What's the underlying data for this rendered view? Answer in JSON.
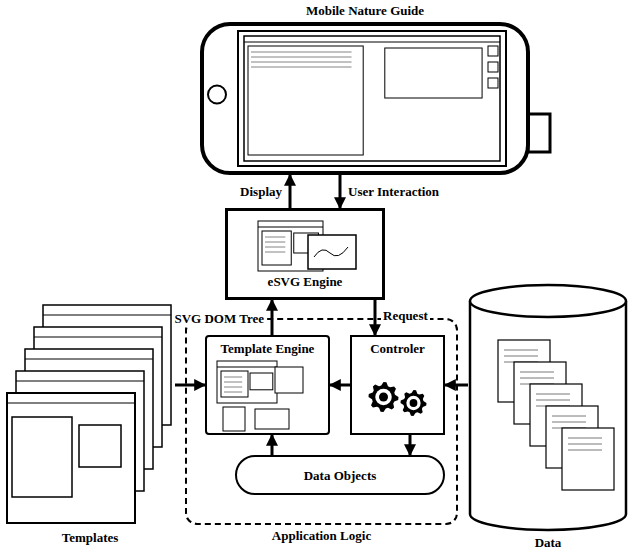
{
  "diagram": {
    "nodes": [
      {
        "text": [
          "Mobile Nature Guide"
        ]
      },
      {
        "text": [
          "eSVG Engine"
        ]
      },
      {
        "text": [
          "Application Logic"
        ]
      },
      {
        "text": [
          "Template Engine"
        ],
        "in": 2
      },
      {
        "text": [
          "Controler"
        ],
        "in": 2
      },
      {
        "text": [
          "Data Objects"
        ],
        "in": 2
      },
      {
        "text": [
          "Templates"
        ]
      },
      {
        "text": [
          "Data"
        ]
      }
    ],
    "edges": [
      {
        "from": 1,
        "to": 0,
        "label": "Display",
        "arrow": "to"
      },
      {
        "from": 0,
        "to": 1,
        "label": "User Interaction",
        "arrow": "to"
      },
      {
        "from": 3,
        "to": 1,
        "label": "SVG DOM Tree",
        "arrow": "to"
      },
      {
        "from": 1,
        "to": 4,
        "label": "Request",
        "arrow": "to"
      },
      {
        "from": 6,
        "to": 3,
        "arrow": "to"
      },
      {
        "from": 4,
        "to": 3,
        "arrow": "to"
      },
      {
        "from": 7,
        "to": 4,
        "arrow": "to"
      },
      {
        "from": 4,
        "to": 5,
        "arrow": "to"
      },
      {
        "from": 5,
        "to": 3,
        "arrow": "to"
      }
    ]
  }
}
